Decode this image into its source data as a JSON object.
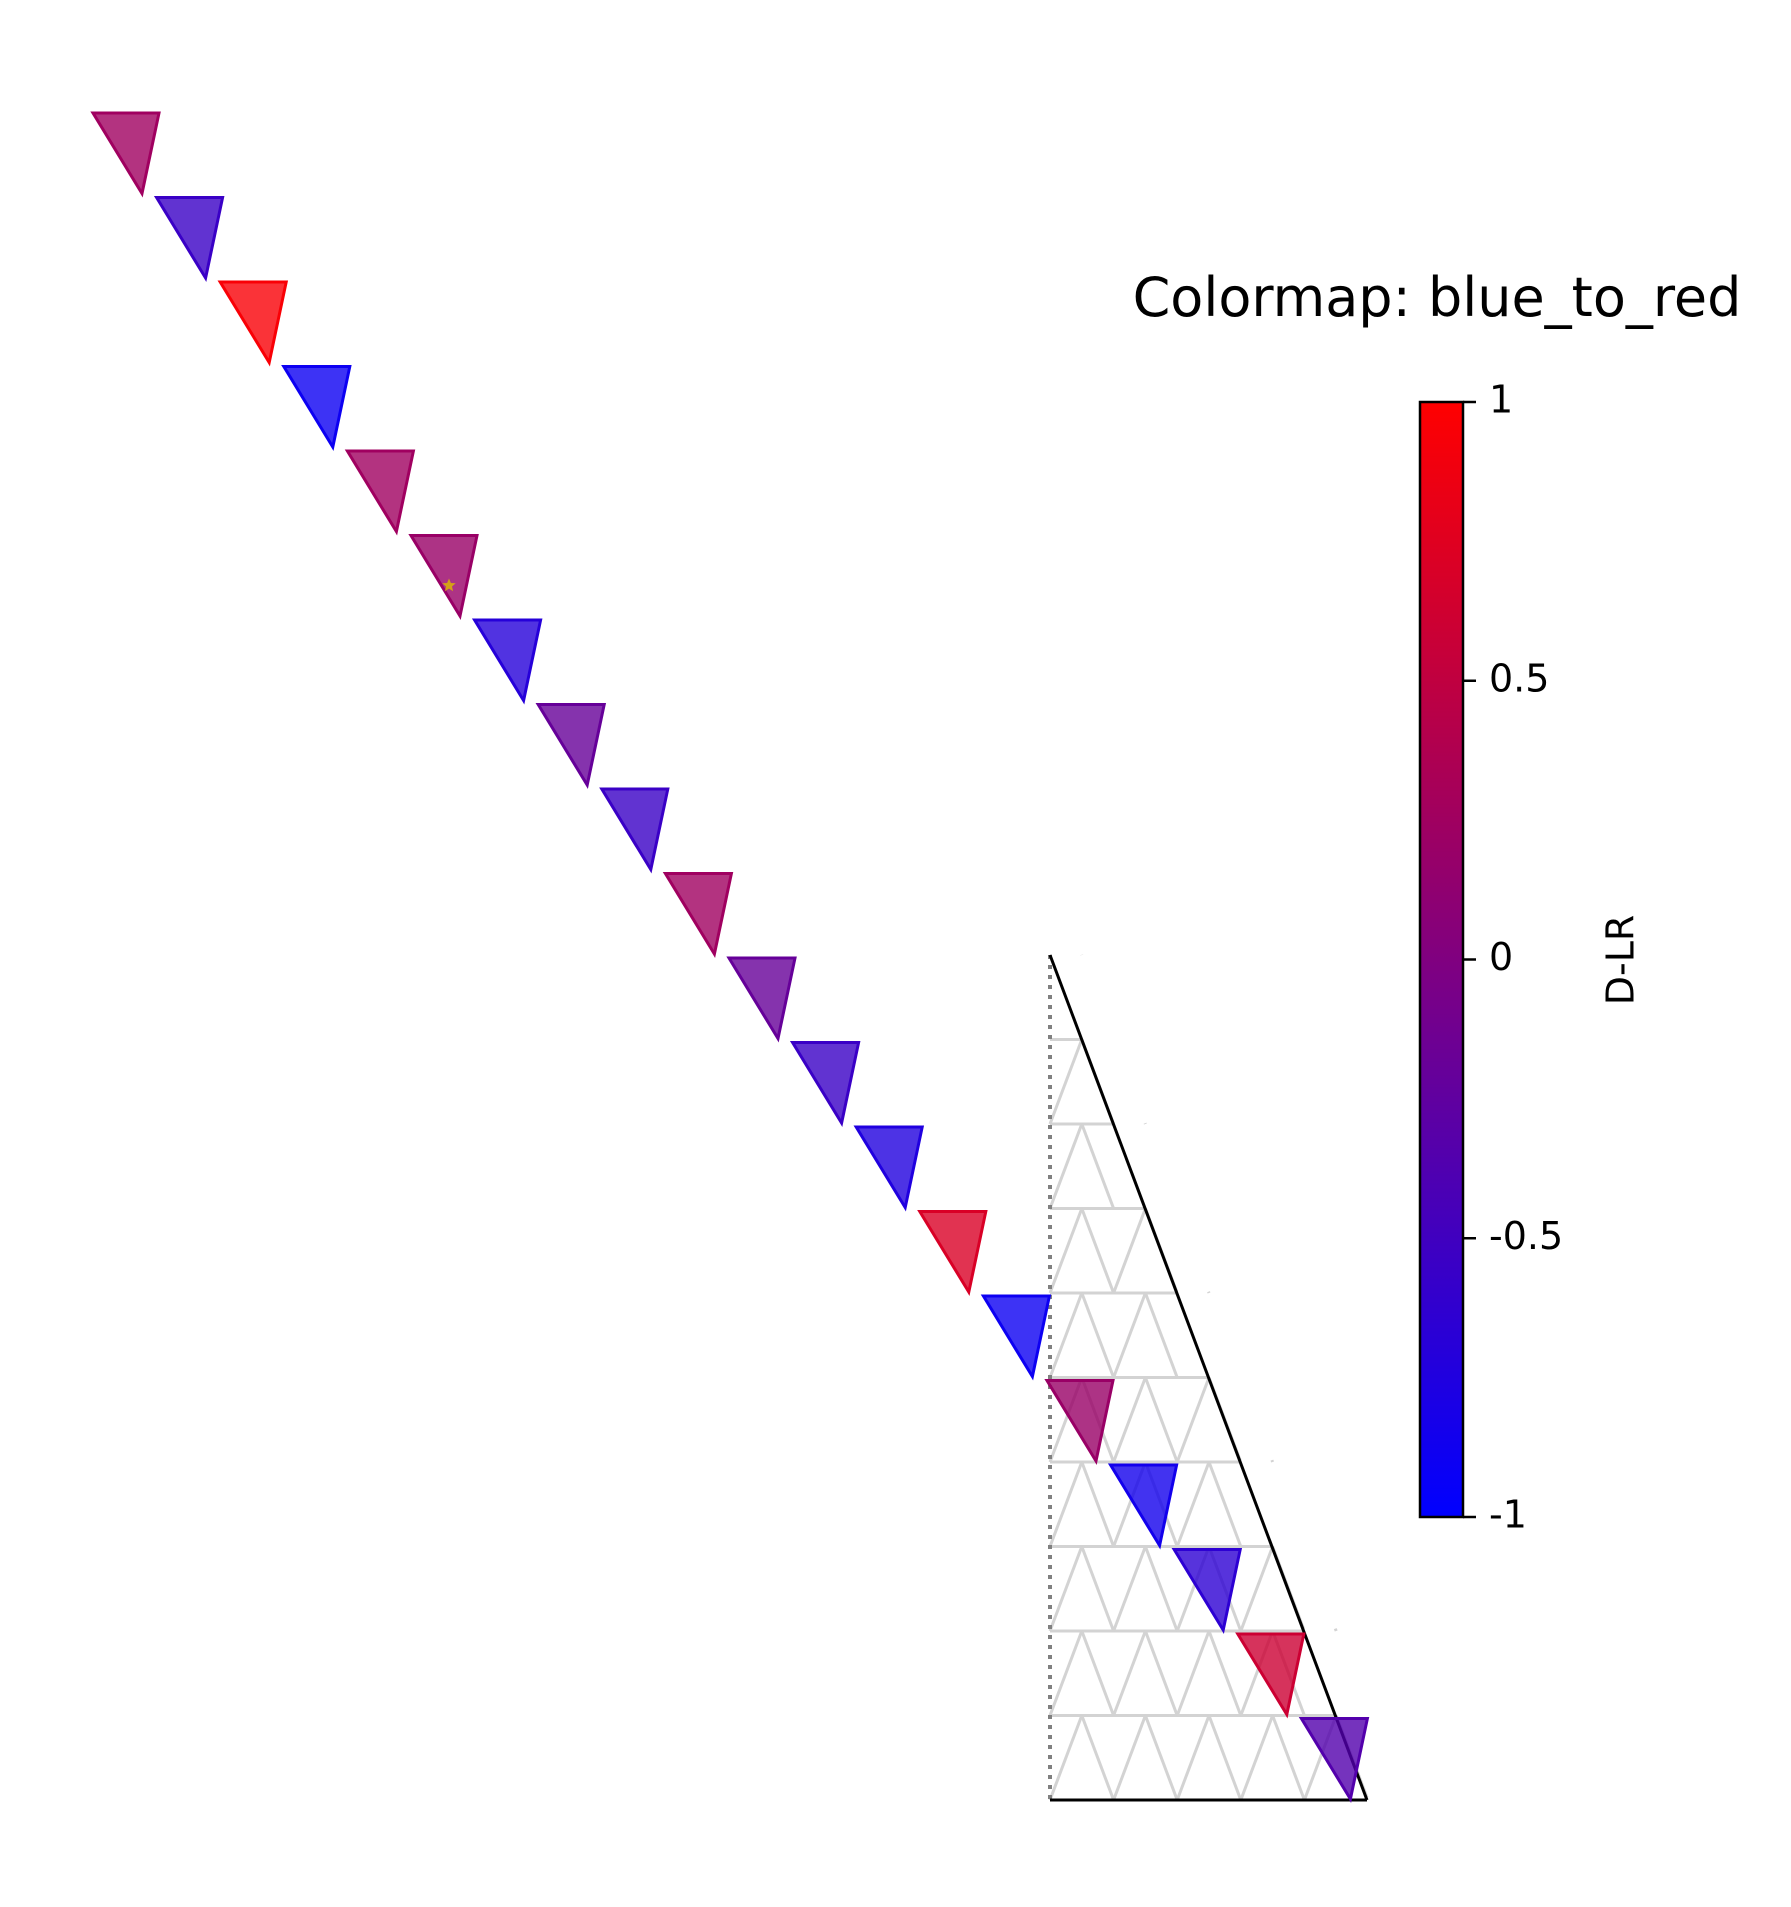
{
  "chart_data": {
    "type": "heatmap",
    "title": "Colormap: blue_to_red",
    "colorbar": {
      "label": "D-LR",
      "range": [
        -1,
        1
      ],
      "ticks": [
        1,
        0.5,
        0,
        -0.5,
        -1
      ],
      "tick_labels": [
        "1",
        "0.5",
        "0",
        "-0.5",
        "-1"
      ],
      "colors": {
        "low": "#0000ff",
        "mid": "#800080",
        "high": "#ff0000"
      }
    },
    "diagonal_cells": [
      {
        "index": 1,
        "value": 0.25
      },
      {
        "index": 2,
        "value": -0.55
      },
      {
        "index": 3,
        "value": 0.95
      },
      {
        "index": 4,
        "value": -0.9
      },
      {
        "index": 5,
        "value": 0.25
      },
      {
        "index": 6,
        "value": 0.2,
        "marked": true
      },
      {
        "index": 7,
        "value": -0.7
      },
      {
        "index": 8,
        "value": -0.2
      },
      {
        "index": 9,
        "value": -0.55
      },
      {
        "index": 10,
        "value": 0.25
      },
      {
        "index": 11,
        "value": -0.2
      },
      {
        "index": 12,
        "value": -0.55
      },
      {
        "index": 13,
        "value": -0.75
      },
      {
        "index": 14,
        "value": 0.7
      },
      {
        "index": 15,
        "value": -0.9
      },
      {
        "index": 16,
        "value": 0.2
      },
      {
        "index": 17,
        "value": -0.85
      },
      {
        "index": 18,
        "value": -0.65
      },
      {
        "index": 19,
        "value": 0.6
      },
      {
        "index": 20,
        "value": -0.35
      }
    ],
    "marker_color": "#d4a017",
    "grid_color": "#d3d3d3",
    "grid": true,
    "legend": "colorbar-right"
  }
}
